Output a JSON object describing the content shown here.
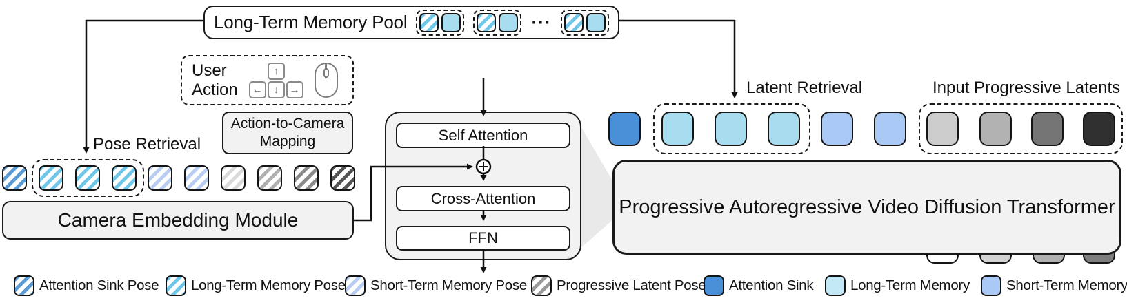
{
  "diagram": {
    "memory_pool": {
      "title": "Long-Term Memory Pool",
      "ellipsis": "···"
    },
    "user_action": {
      "line1": "User",
      "line2": "Action",
      "keys": {
        "up": "↑",
        "left": "←",
        "down": "↓",
        "right": "→"
      }
    },
    "action_mapping": {
      "line1": "Action-to-Camera",
      "line2": "Mapping"
    },
    "labels": {
      "pose_retrieval": "Pose Retrieval",
      "latent_retrieval": "Latent Retrieval",
      "input_progressive_latents": "Input Progressive Latents"
    },
    "camera_module": "Camera Embedding Module",
    "attention_block": {
      "self_attention": "Self Attention",
      "cross_attention": "Cross-Attention",
      "ffn": "FFN"
    },
    "transformer": "Progressive Autoregressive Video Diffusion Transformer",
    "legend": [
      {
        "label": "Attention Sink Pose",
        "style": "hatched",
        "color": "#5b9bd5"
      },
      {
        "label": "Long-Term Memory Pose",
        "style": "hatched",
        "color": "#6ec6e8"
      },
      {
        "label": "Short-Term Memory Pose",
        "style": "hatched",
        "color": "#b8cdf2"
      },
      {
        "label": "Progressive Latent Pose",
        "style": "hatched",
        "color": "#9a9a9a"
      },
      {
        "label": "Attention Sink",
        "style": "solid",
        "color": "#4a90d8"
      },
      {
        "label": "Long-Term Memory",
        "style": "solid",
        "color": "#c3e9f6"
      },
      {
        "label": "Short-Term Memory",
        "style": "solid",
        "color": "#aac9f5"
      }
    ],
    "colors": {
      "sink_pose": "#5b9bd5",
      "ltm_pose": "#6ec6e8",
      "stm_pose": "#b8cdf2",
      "prog_pose_1": "#d9d9d9",
      "prog_pose_2": "#b0b0b0",
      "prog_pose_3": "#8a8a8a",
      "prog_pose_4": "#555555",
      "sink": "#4a90d8",
      "ltm": "#a8ddf0",
      "stm": "#aac9f5",
      "latent_gray_1": "#cdcdcd",
      "latent_gray_2": "#b2b2b2",
      "latent_gray_3": "#757575",
      "latent_gray_4": "#303030",
      "output_1": "#ffffff",
      "output_2": "#d3d3d3",
      "output_3": "#b1b1b1",
      "output_4": "#7e7e7e"
    }
  }
}
